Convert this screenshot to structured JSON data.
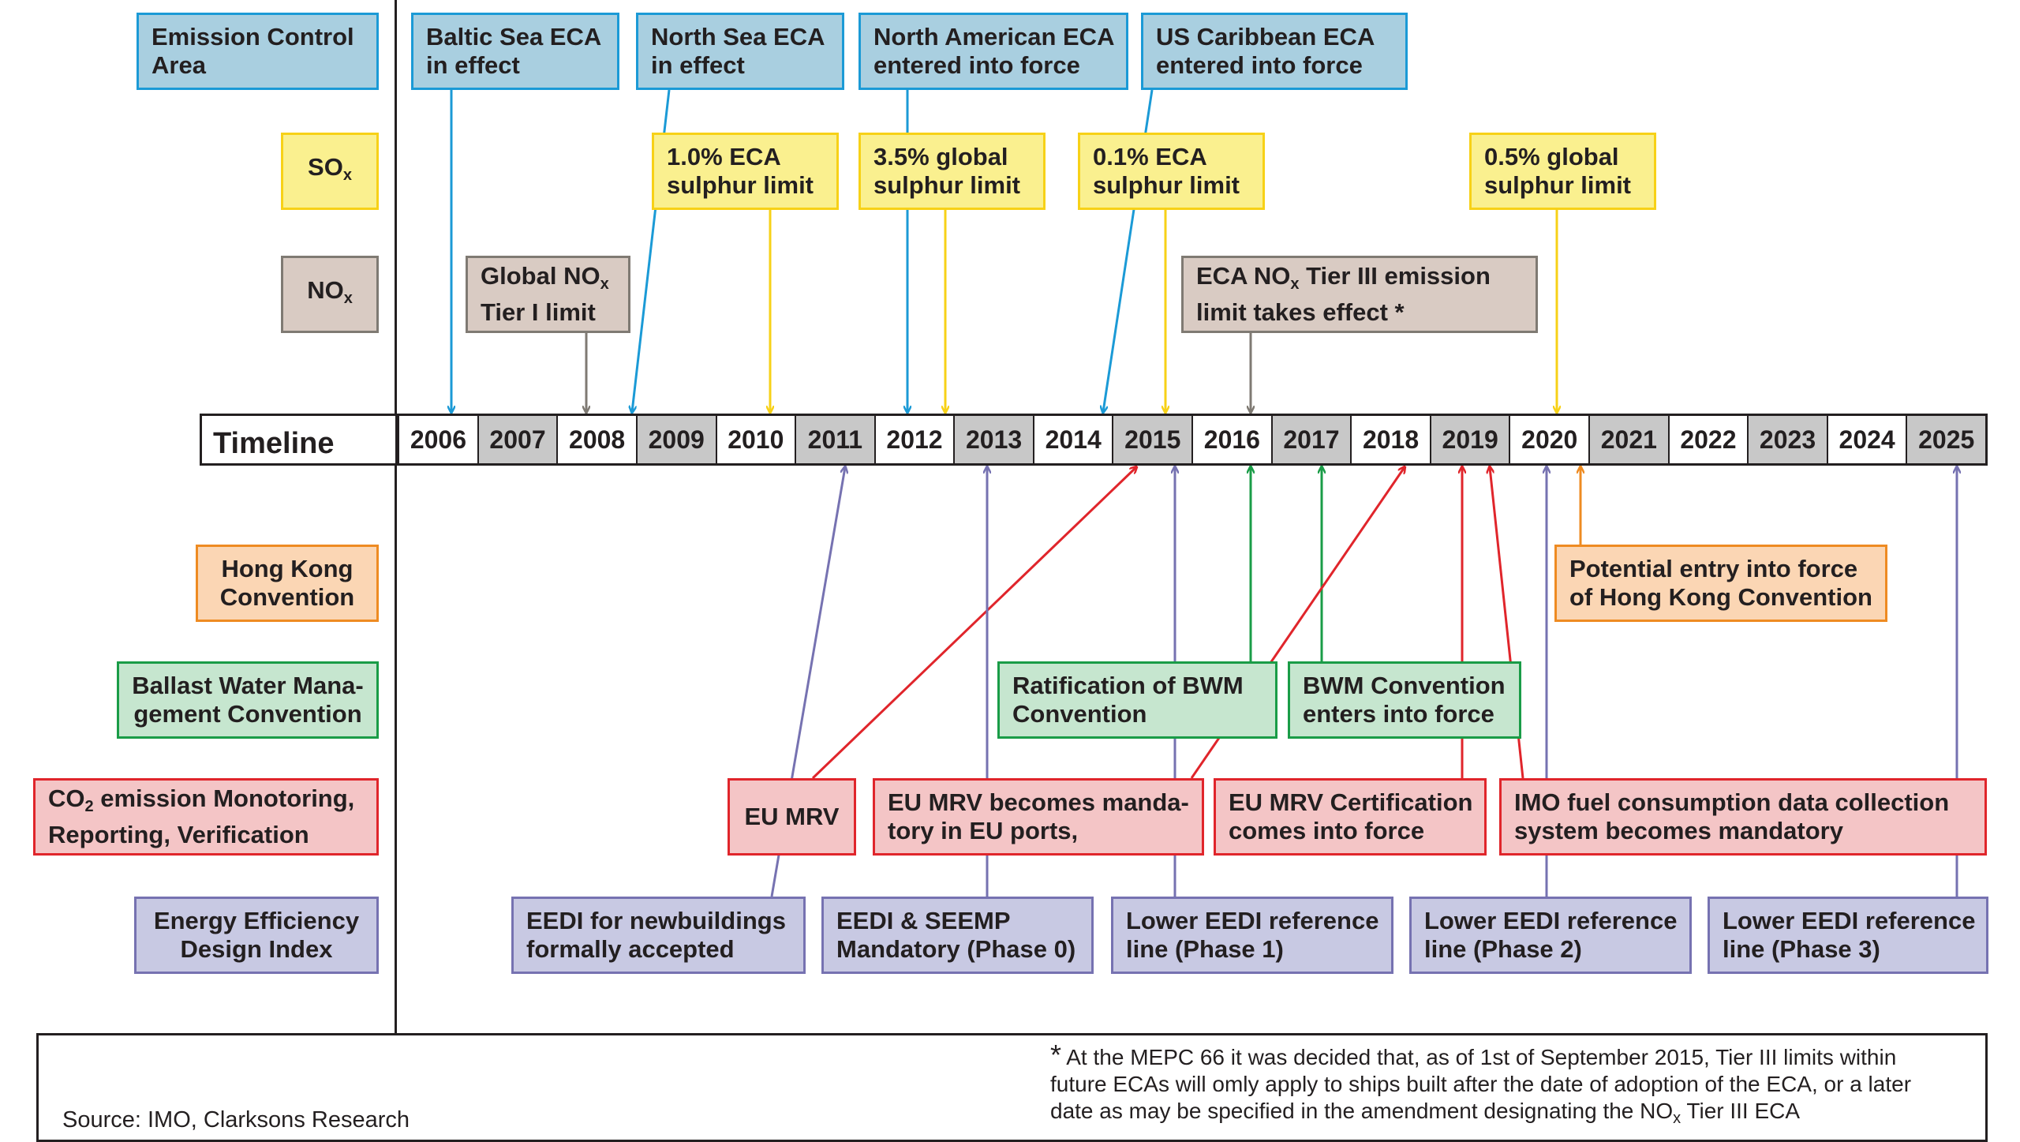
{
  "categories": {
    "eca": [
      "Emission Control",
      "Area"
    ],
    "sox": "SO",
    "sox_sub": "x",
    "nox": "NO",
    "nox_sub": "x",
    "hk": [
      "Hong Kong",
      "Convention"
    ],
    "bwm": [
      "Ballast Water Mana-",
      "gement Convention"
    ],
    "co2_1_pre": "CO",
    "co2_1_sub": "2",
    "co2_1_post": " emission  Monotoring,",
    "co2_2": "Reporting, Verification",
    "eedi": [
      "Energy Efficiency",
      "Design Index"
    ]
  },
  "events": {
    "baltic": [
      "Baltic Sea ECA",
      "in effect"
    ],
    "northsea": [
      "North Sea ECA",
      "in effect"
    ],
    "northamerican": [
      "North American ECA",
      "entered into force"
    ],
    "uscaribbean": [
      "US Caribbean ECA",
      "entered into force"
    ],
    "sox_2010": [
      "1.0% ECA",
      "sulphur limit"
    ],
    "sox_2012": [
      "3.5%  global",
      "sulphur limit"
    ],
    "sox_2015": [
      "0.1%  ECA",
      "sulphur limit"
    ],
    "sox_2020": [
      "0.5%  global",
      "sulphur limit"
    ],
    "nox_tier1_a": "Global NO",
    "nox_tier1_sub": "x",
    "nox_tier1_b": "Tier I limit",
    "nox_tier3_a": "ECA NO",
    "nox_tier3_sub": "x",
    "nox_tier3_b": " Tier III emission",
    "nox_tier3_c": "limit takes effect *",
    "hk_potential": [
      "Potential entry into force",
      "of Hong Kong Convention"
    ],
    "bwm_ratification": [
      "Ratification of BWM",
      "Convention"
    ],
    "bwm_force": [
      "BWM Convention",
      "enters into force"
    ],
    "eu_mrv": "EU MRV",
    "eu_mrv_mandatory": [
      "EU MRV becomes manda-",
      "tory in EU ports,"
    ],
    "eu_mrv_cert": [
      "EU MRV Certification",
      "comes into force"
    ],
    "imo_fuel": [
      "IMO fuel consumption data collection",
      "system becomes mandatory"
    ],
    "eedi_new": [
      "EEDI for newbuildings",
      "formally accepted"
    ],
    "eedi_seemp": [
      "EEDI & SEEMP",
      "Mandatory (Phase 0)"
    ],
    "eedi_p1": [
      "Lower EEDI reference",
      "line (Phase 1)"
    ],
    "eedi_p2": [
      "Lower EEDI reference",
      "line (Phase 2)"
    ],
    "eedi_p3": [
      "Lower EEDI reference",
      "line (Phase 3)"
    ]
  },
  "timeline": {
    "label": "Timeline",
    "years": [
      "2006",
      "2007",
      "2008",
      "2009",
      "2010",
      "2011",
      "2012",
      "2013",
      "2014",
      "2015",
      "2016",
      "2017",
      "2018",
      "2019",
      "2020",
      "2021",
      "2022",
      "2023",
      "2024",
      "2025"
    ]
  },
  "footer": {
    "source": "Source: IMO, Clarksons Research",
    "footnote_star": "*",
    "footnote_1": " At the MEPC 66 it was decided that, as of 1st of September 2015, Tier III limits within",
    "footnote_2": "future ECAs will omly apply to ships built after the date of adoption of the ECA, or a later",
    "footnote_3": "date  as may be specified in the amendment designating the NO",
    "footnote_3_sub": "x",
    "footnote_3_post": " Tier III ECA"
  },
  "colors": {
    "eca": "#1b9ad6",
    "sox": "#f7d117",
    "nox": "#7f7a73",
    "hk": "#ee8b22",
    "bwm": "#1a9c47",
    "co2": "#e0252b",
    "eedi": "#7672b1"
  }
}
